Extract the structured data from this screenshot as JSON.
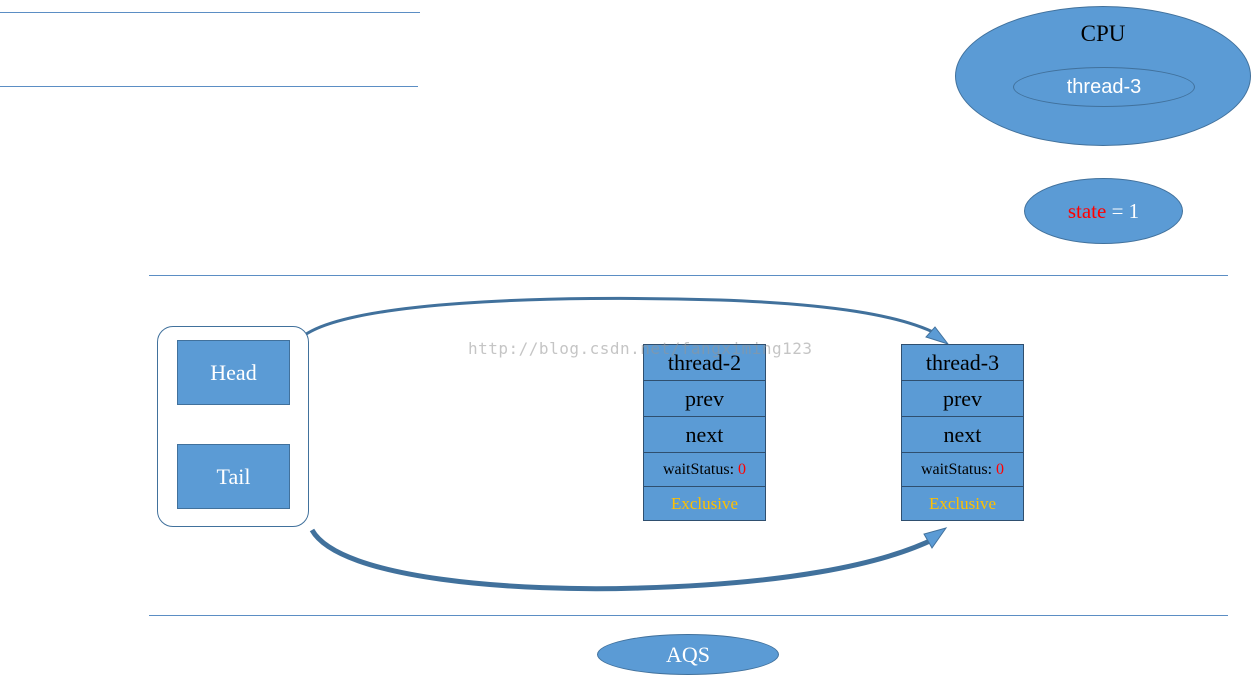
{
  "cpu": {
    "title": "CPU",
    "running_thread": "thread-3"
  },
  "state": {
    "name": "state",
    "rest": " = 1"
  },
  "queue": {
    "head_label": "Head",
    "tail_label": "Tail"
  },
  "nodes": [
    {
      "thread": "thread-2",
      "prev": "prev",
      "next": "next",
      "wait_label": "waitStatus: ",
      "wait_value": "0",
      "mode": "Exclusive"
    },
    {
      "thread": "thread-3",
      "prev": "prev",
      "next": "next",
      "wait_label": "waitStatus: ",
      "wait_value": "0",
      "mode": "Exclusive"
    }
  ],
  "watermark": "http://blog.csdn.net/fangximing123",
  "aqs_label": "AQS",
  "colors": {
    "fill": "#5b9bd5",
    "stroke": "#41719c",
    "accent_red": "#ff0000",
    "accent_gold": "#ffc000"
  }
}
